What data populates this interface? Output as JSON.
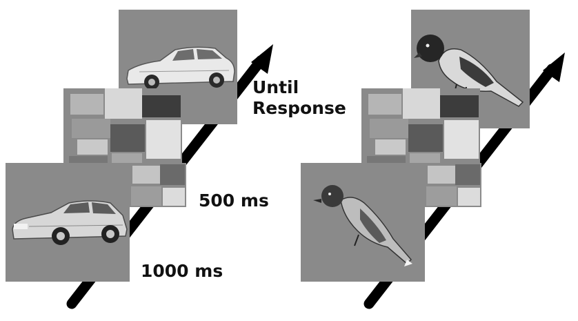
{
  "timing": {
    "target_label": "1000 ms",
    "mask_label": "500 ms",
    "probe_label_line1": "Until",
    "probe_label_line2": "Response"
  },
  "sequences": [
    {
      "category": "car",
      "frames": [
        "car-target-image",
        "scrambled-mask-image",
        "car-probe-image"
      ]
    },
    {
      "category": "bird",
      "frames": [
        "bird-target-image",
        "scrambled-mask-image",
        "bird-probe-image"
      ]
    }
  ],
  "colors": {
    "frame_background": "#8a8a8a",
    "arrow": "#000000",
    "text": "#111111"
  }
}
